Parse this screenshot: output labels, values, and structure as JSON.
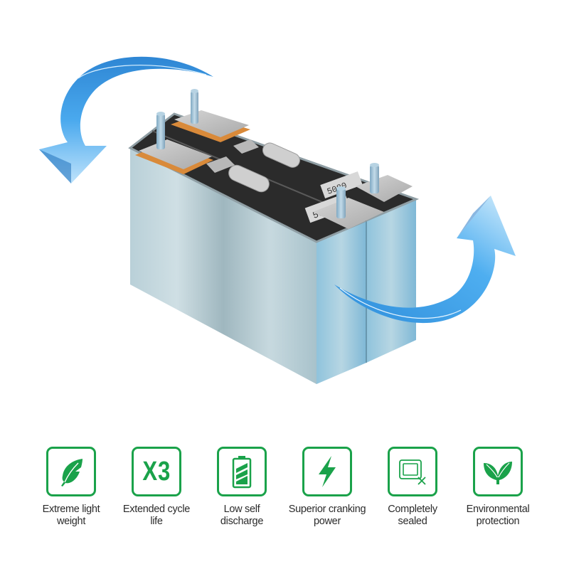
{
  "product": {
    "image_alt": "Prismatic lithium battery cells with circular blue arrows",
    "cell_labels": [
      "5081",
      "5080"
    ],
    "colors": {
      "arrow_blue": "#3b9fe6",
      "arrow_light": "#9fd3f7",
      "cell_body": "#a9c3cc",
      "cell_top": "#2a2a2a",
      "terminal_insulator": "#d98a3a",
      "terminal_metal": "#c8c8c8",
      "bolt": "#9cc4dc"
    }
  },
  "features": {
    "accent_color": "#1aa24a",
    "items": [
      {
        "icon": "feather-icon",
        "label": "Extreme light\nweight"
      },
      {
        "icon": "x3-icon",
        "icon_text": "X3",
        "label": "Extended cycle\nlife"
      },
      {
        "icon": "battery-icon",
        "label": "Low self\ndischarge"
      },
      {
        "icon": "lightning-icon",
        "label": "Superior cranking\npower"
      },
      {
        "icon": "sealed-icon",
        "label": "Completely\nsealed"
      },
      {
        "icon": "leaf-sprout-icon",
        "label": "Environmental\nprotection"
      }
    ]
  }
}
